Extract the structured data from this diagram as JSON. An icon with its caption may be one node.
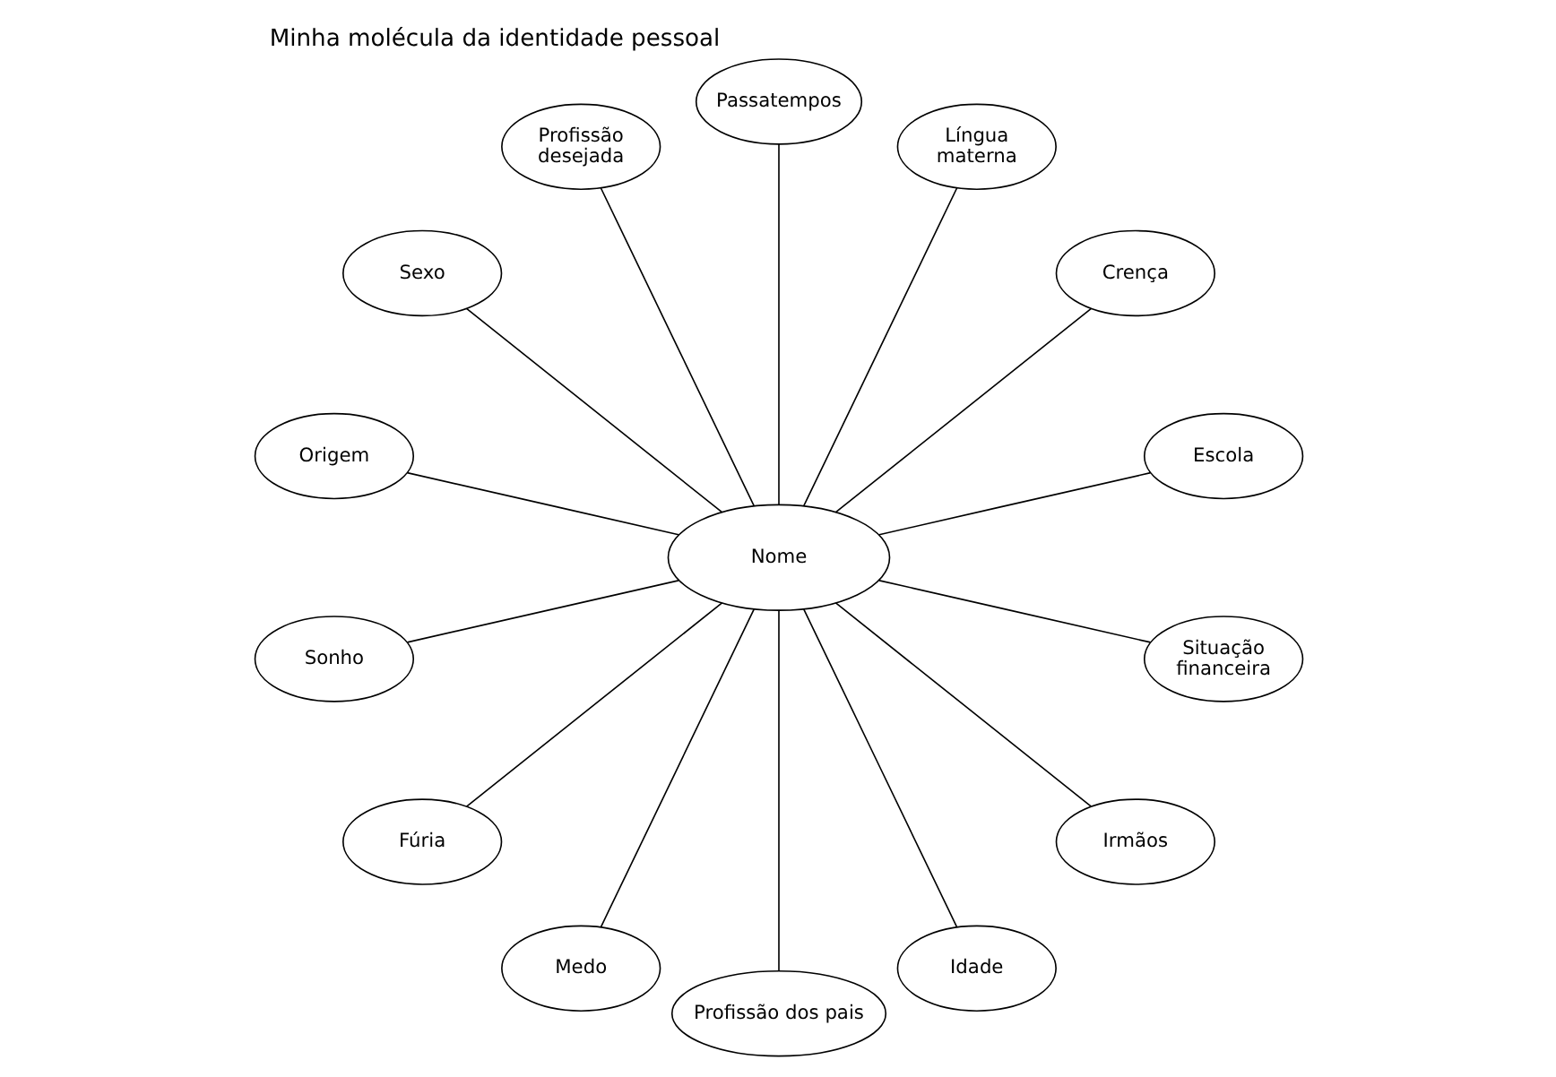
{
  "diagram": {
    "title": "Minha molécula da identidade pessoal",
    "nodes": [
      {
        "text": [
          "Nome"
        ]
      },
      {
        "text": [
          "Escola"
        ]
      },
      {
        "text": [
          "Crença"
        ]
      },
      {
        "text": [
          "Língua materna"
        ]
      },
      {
        "text": [
          "Passatempos"
        ]
      },
      {
        "text": [
          "Profissão desejada"
        ]
      },
      {
        "text": [
          "Sexo"
        ]
      },
      {
        "text": [
          "Origem"
        ]
      },
      {
        "text": [
          "Sonho"
        ]
      },
      {
        "text": [
          "Fúria"
        ]
      },
      {
        "text": [
          "Medo"
        ]
      },
      {
        "text": [
          "Profissão dos pais"
        ]
      },
      {
        "text": [
          "Idade"
        ]
      },
      {
        "text": [
          "Irmãos"
        ]
      },
      {
        "text": [
          "Situação financeira"
        ]
      }
    ],
    "edges": [
      {
        "from": 0,
        "to": 1,
        "arrow": "none"
      },
      {
        "from": 0,
        "to": 2,
        "arrow": "none"
      },
      {
        "from": 0,
        "to": 3,
        "arrow": "none"
      },
      {
        "from": 0,
        "to": 4,
        "arrow": "none"
      },
      {
        "from": 0,
        "to": 5,
        "arrow": "none"
      },
      {
        "from": 0,
        "to": 6,
        "arrow": "none"
      },
      {
        "from": 0,
        "to": 7,
        "arrow": "none"
      },
      {
        "from": 0,
        "to": 8,
        "arrow": "none"
      },
      {
        "from": 0,
        "to": 9,
        "arrow": "none"
      },
      {
        "from": 0,
        "to": 10,
        "arrow": "none"
      },
      {
        "from": 0,
        "to": 11,
        "arrow": "none"
      },
      {
        "from": 0,
        "to": 12,
        "arrow": "none"
      },
      {
        "from": 0,
        "to": 13,
        "arrow": "none"
      },
      {
        "from": 0,
        "to": 14,
        "arrow": "none"
      }
    ]
  }
}
